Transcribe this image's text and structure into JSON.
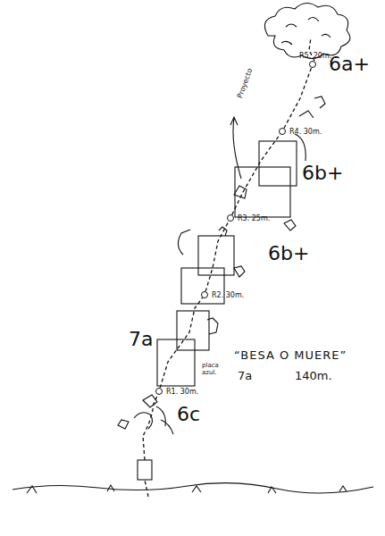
{
  "diagram": {
    "title": "“BESA O MUERE”",
    "nodes": [
      {
        "text": [
          "R1. 30m."
        ]
      },
      {
        "text": [
          "R2. 30m."
        ]
      },
      {
        "text": [
          "R3. 25m."
        ]
      },
      {
        "text": [
          "R4. 30m."
        ]
      },
      {
        "text": [
          "R5. 20m."
        ]
      }
    ],
    "edges": [
      {
        "from": 0,
        "to": 1,
        "arrow": "none"
      },
      {
        "from": 1,
        "to": 2,
        "arrow": "none"
      },
      {
        "from": 2,
        "to": 3,
        "arrow": "none"
      },
      {
        "from": 3,
        "to": 4,
        "arrow": "none"
      }
    ],
    "labels": [
      "6a+",
      "6b+",
      "Proyecto",
      "6b+",
      "7a",
      "placa azul.",
      "7a",
      "140m.",
      "6c"
    ]
  }
}
